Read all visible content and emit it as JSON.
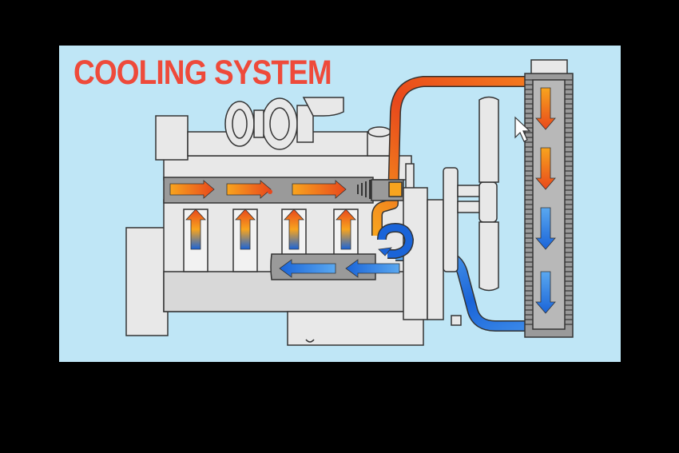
{
  "title": "COOLING SYSTEM",
  "colors": {
    "frame": "#000000",
    "background": "#bfe6f6",
    "title": "#ee4a3a",
    "hot": "#e8481c",
    "hot_light": "#f8a41e",
    "cold": "#1a64d8",
    "cold_light": "#5aa8f0",
    "engine_gray": "#9a9a9a",
    "engine_light": "#e8e8e8",
    "outline": "#333333"
  },
  "components": {
    "engine_block": "engine-block",
    "turbocharger": "turbocharger",
    "cylinder_head": "cylinder-head",
    "thermostat": "thermostat",
    "water_pump": "water-pump",
    "fan": "fan",
    "radiator": "radiator",
    "oil_pan": "oil-pan",
    "mouse_cursor": "cursor-icon"
  },
  "flow": {
    "head_arrows": "right",
    "cylinder_arrows": "up",
    "block_return_arrows": "left",
    "radiator_arrows": "down"
  }
}
